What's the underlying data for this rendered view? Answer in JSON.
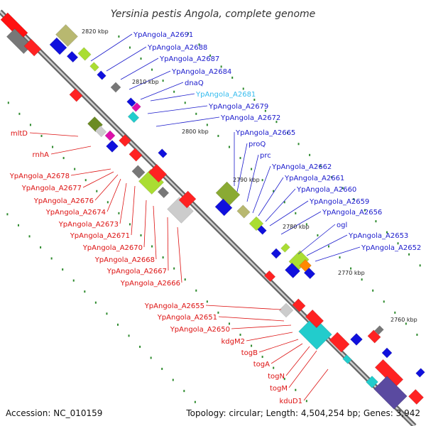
{
  "title": "Yersinia pestis Angola, complete genome",
  "footer": {
    "accession": "Accession: NC_010159",
    "topology": "Topology: circular; Length: 4,504,254 bp; Genes: 3,942"
  },
  "colors": {
    "right_label": "#1a1acc",
    "left_label": "#dd1111",
    "highlight_label": "#33bbee",
    "backbone": "#888888",
    "dots": "#2e8b2e"
  },
  "ticks": [
    "2820 kbp",
    "2810 kbp",
    "2800 kbp",
    "2790 kbp",
    "2780 kbp",
    "2770 kbp",
    "2760 kbp"
  ],
  "labels_right": [
    "YpAngola_A2691",
    "YpAngola_A2688",
    "YpAngola_A2687",
    "YpAngola_A2684",
    "dnaQ",
    "YpAngola_A2681",
    "YpAngola_A2679",
    "YpAngola_A2672",
    "YpAngola_A2665",
    "proQ",
    "prc",
    "YpAngola_A2662",
    "YpAngola_A2661",
    "YpAngola_A2660",
    "YpAngola_A2659",
    "YpAngola_A2656",
    "ogl",
    "YpAngola_A2653",
    "YpAngola_A2652"
  ],
  "labels_left": [
    "mltD",
    "rnhA",
    "YpAngola_A2678",
    "YpAngola_A2677",
    "YpAngola_A2676",
    "YpAngola_A2674",
    "YpAngola_A2673",
    "YpAngola_A2671",
    "YpAngola_A2670",
    "YpAngola_A2668",
    "YpAngola_A2667",
    "YpAngola_A2666",
    "YpAngola_A2655",
    "YpAngola_A2651",
    "YpAngola_A2650",
    "kdgM2",
    "togB",
    "togA",
    "togN",
    "togM",
    "kduD1"
  ]
}
